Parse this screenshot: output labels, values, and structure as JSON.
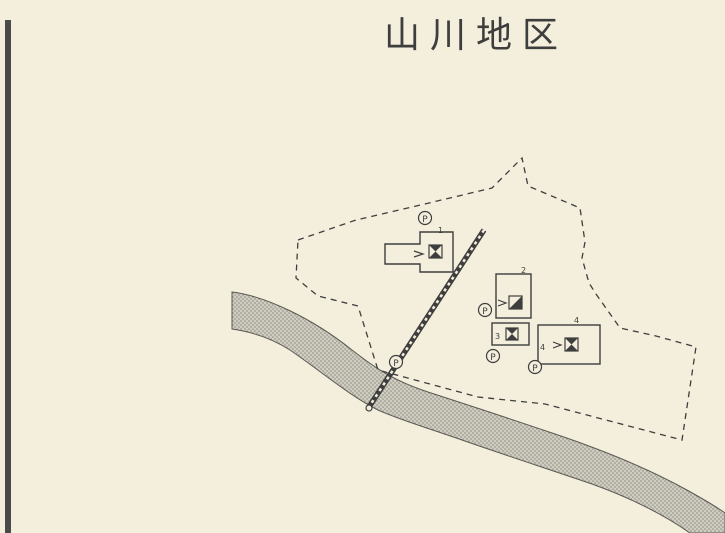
{
  "title": "山川地区",
  "labels": {
    "building_1": "1",
    "building_2": "2",
    "building_3": "3",
    "building_4": "4"
  },
  "parking_symbol": "P",
  "colors": {
    "paper": "#f3efdc",
    "ink": "#3e3e3e",
    "river": "#b9b6aa"
  },
  "icons": {
    "parking": "circled-p-icon",
    "entrance": "entrance-arrow-icon",
    "hall": "hourglass-box-icon"
  }
}
